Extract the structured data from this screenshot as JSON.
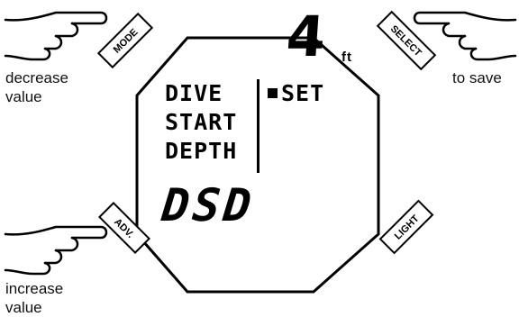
{
  "buttons": {
    "mode": "MODE",
    "select": "SELECT",
    "adv": "ADV.",
    "light": "LIGHT"
  },
  "captions": {
    "mode_line1": "decrease",
    "mode_line2": "value",
    "select_line1": "to save",
    "adv_line1": "increase",
    "adv_line2": "value"
  },
  "display": {
    "value": "4",
    "unit": "ft",
    "label_line1": "DIVE",
    "label_line2": "START",
    "label_line3": "DEPTH",
    "mode_text": "SET",
    "code": "DSD"
  }
}
